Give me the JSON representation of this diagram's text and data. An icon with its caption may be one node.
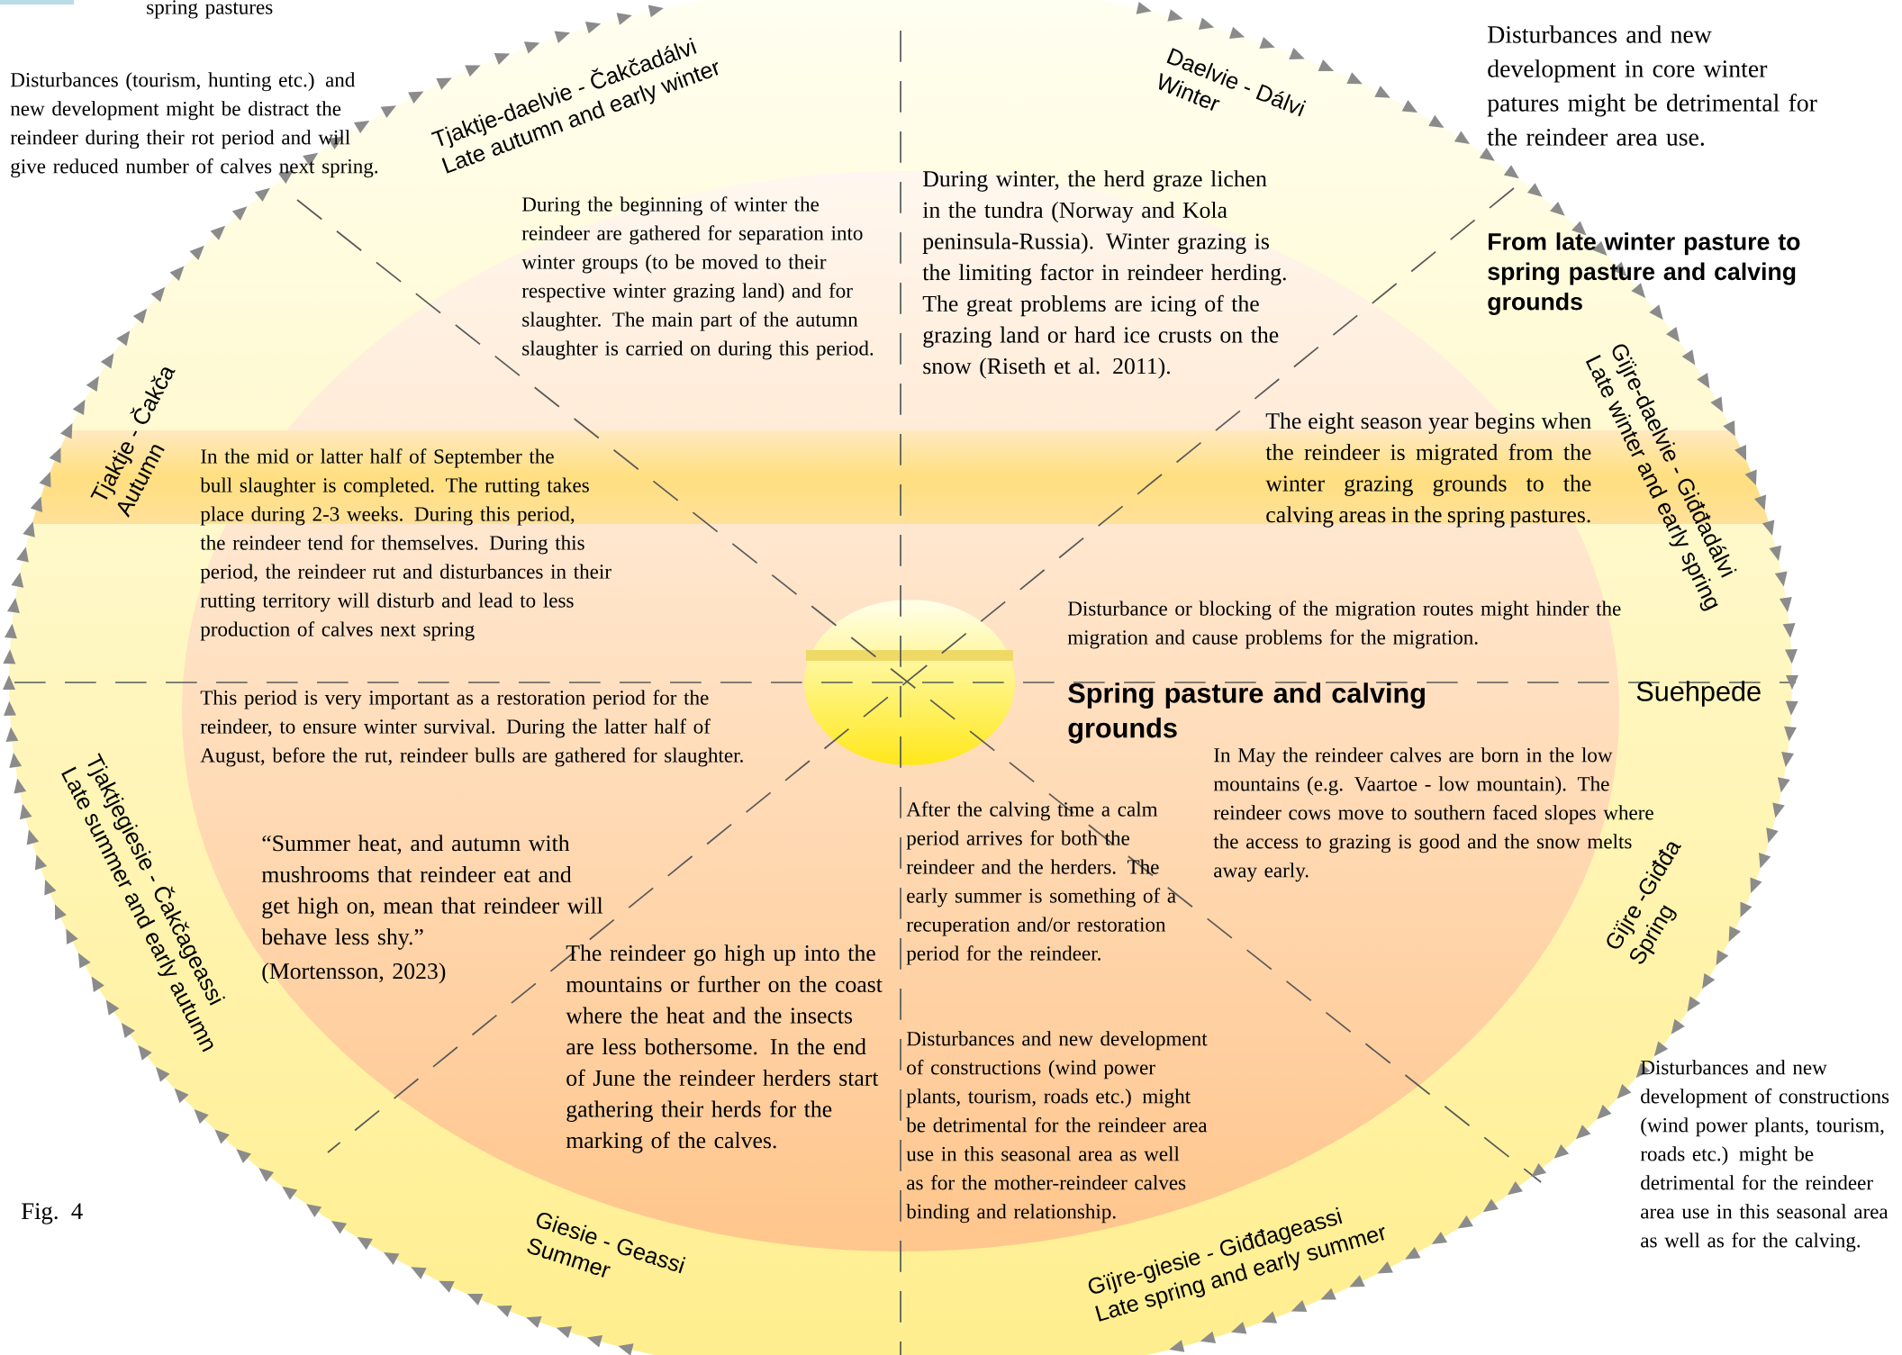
{
  "diagram": {
    "labels": [
      "spring pastures",
      "Disturbances (tourism, hunting etc.) and new development might be distract the reindeer during their rot period and will give reduced number of calves next spring.",
      "Tjaktje-daelvie - Čakčadálvi",
      "Late autumn and early winter",
      "Daelvie - Dálvi",
      "Winter",
      "Disturbances and new development in core winter patures might be detrimental for the reindeer area use.",
      "During the beginning of winter the reindeer are gathered for separation into winter groups (to be moved to their respective winter grazing land) and for slaughter. The main part of the autumn slaughter is carried on during this period.",
      "During winter, the herd graze lichen in the tundra (Norway and Kola peninsula-Russia). Winter grazing is the limiting factor in reindeer herding. The great problems are icing of the grazing land or hard ice crusts on the snow (Riseth et al. 2011).",
      "From late winter pasture to spring pasture and calving grounds",
      "Gïjre-daelvie - Giđđadálvi",
      "Late winter and early spring",
      "Tjaktje - Čakča",
      "Autumn",
      "The eight season year begins when the reindeer is migrated from the winter grazing grounds to the calving areas in the spring pastures.",
      "In the mid or latter half of September the bull slaughter is completed. The rutting takes place during 2-3 weeks. During this period, the reindeer tend for themselves. During this period, the reindeer rut and disturbances in their rutting territory will disturb and lead to less production of calves next spring",
      "Disturbance or blocking of the migration routes might hinder the migration and cause problems for the migration.",
      "This period is very important as a restoration period for the reindeer, to ensure winter survival. During the latter half of August, before the rut, reindeer bulls are gathered for slaughter.",
      "Spring pasture and calving grounds",
      "Suehpede",
      "In May the reindeer calves are born in the low mountains (e.g. Vaartoe - low mountain). The reindeer cows move to southern faced slopes where the access to grazing is good and the snow melts away early.",
      "Tjaktjegiesie - Čakčageassi",
      "Late summer and early autumn",
      "“Summer heat, and autumn with mushrooms that reindeer eat and get high on, mean that reindeer will behave less shy.”",
      "(Mortensson, 2023)",
      "The reindeer go high up into the mountains or further on the coast where the heat and the insects are less bothersome. In the end of June the reindeer herders start gathering their herds for the marking of the calves.",
      "After the calving time a calm period arrives for both the reindeer and the herders. The early summer is something of a recuperation and/or restoration period for the reindeer.",
      "Disturbances and new development of constructions (wind power plants, tourism, roads etc.) might be detrimental for the reindeer area use in this seasonal area as well as for the mother-reindeer calves binding and relationship.",
      "Gïjre -Giđđa",
      "Spring",
      "Disturbances and new development of constructions (wind power plants, tourism, roads etc.) might be detrimental for the reindeer area use in this seasonal area as well as for the calving.",
      "Fig. 4",
      "Giesie - Geassi",
      "Summer",
      "Gïjre-giesie - Giđđageassi",
      "Late spring and early summer"
    ]
  }
}
